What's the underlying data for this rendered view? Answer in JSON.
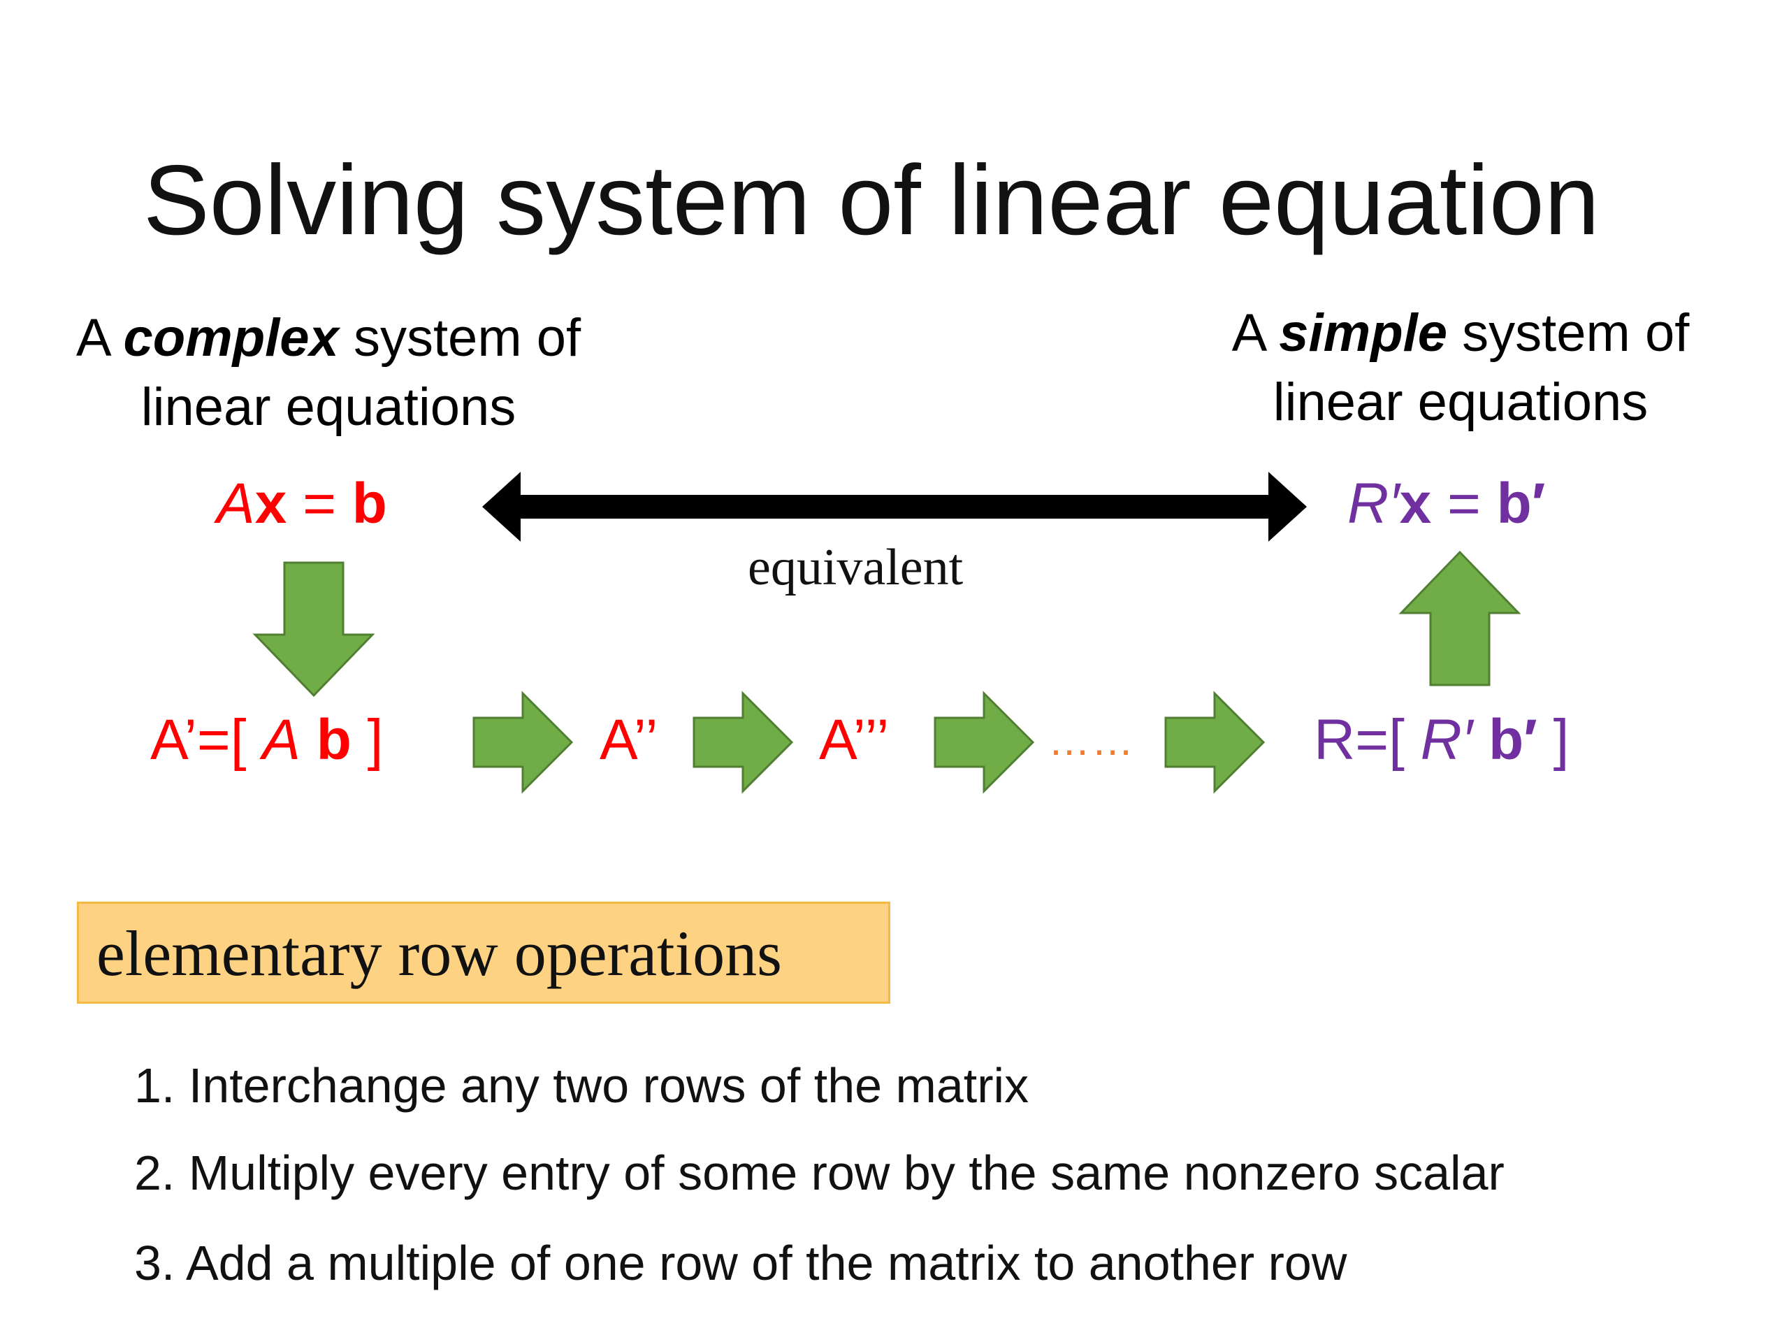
{
  "title": "Solving system of linear equation",
  "left_caption": {
    "prefix": "A ",
    "emphasis": "complex",
    "suffix": " system of",
    "line2": "linear equations"
  },
  "right_caption": {
    "prefix": "A ",
    "emphasis": "simple",
    "suffix": " system of",
    "line2": "linear equations"
  },
  "left_equation": {
    "A": "A",
    "x": "x",
    "eq": " = ",
    "b": "b"
  },
  "right_equation": {
    "R": "R′",
    "x": "x",
    "eq": " = ",
    "b": "b′"
  },
  "equivalent_label": "equivalent",
  "chain": {
    "augmented_a": {
      "prefix": "A’=[ ",
      "A": "A",
      "space": "  ",
      "b": "b",
      "close": " ]"
    },
    "a_double": "A’’",
    "a_triple": "A’’’",
    "ellipsis": "……",
    "augmented_r": {
      "prefix": "R=[ ",
      "R": "R′",
      "space": " ",
      "b": "b′",
      "close": " ]"
    }
  },
  "box_label": "elementary row operations",
  "steps": [
    "1. Interchange any two rows of the matrix",
    "2. Multiply every entry of some row by the same nonzero scalar",
    "3. Add a multiple of one row of the matrix to another row"
  ],
  "colors": {
    "red": "#ff0000",
    "purple": "#7030a0",
    "arrow_green": "#70ad47",
    "arrow_green_edge": "#507e32",
    "box_fill": "#fdd383",
    "dots_orange": "#ed7d31"
  }
}
